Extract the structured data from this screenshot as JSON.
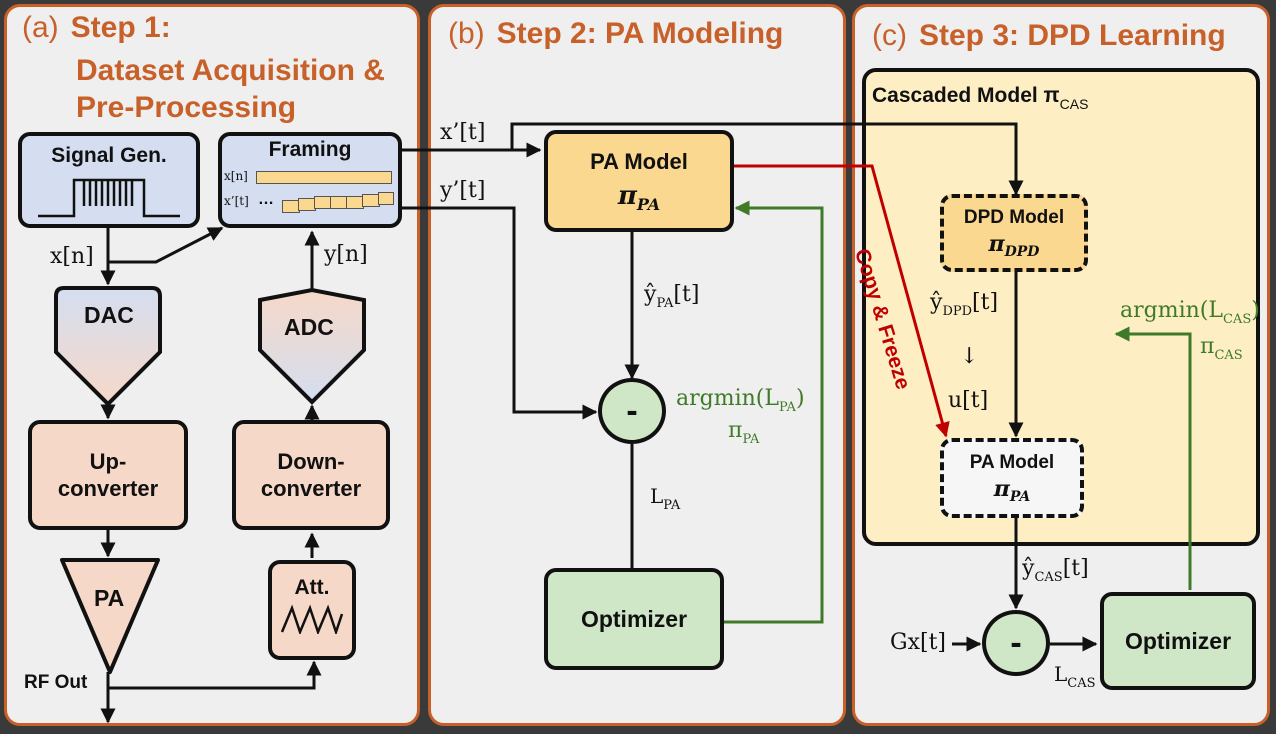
{
  "panels": {
    "a": {
      "tag": "(a)",
      "title_line1": "Step 1:",
      "title_line2": "Dataset Acquisition &",
      "title_line3": "Pre-Processing"
    },
    "b": {
      "tag": "(b)",
      "title": "Step 2: PA Modeling"
    },
    "c": {
      "tag": "(c)",
      "title": "Step 3: DPD Learning"
    }
  },
  "blocks": {
    "signal_gen": "Signal Gen.",
    "framing": "Framing",
    "framing_row1": "x[n]",
    "framing_row2": "x’[t]",
    "framing_dots": "…",
    "dac": "DAC",
    "adc": "ADC",
    "upconverter_1": "Up-",
    "upconverter_2": "converter",
    "downconverter_1": "Down-",
    "downconverter_2": "converter",
    "pa": "PA",
    "att": "Att.",
    "pa_model_b": "PA Model",
    "pa_model_b_sym": "π",
    "pa_model_b_sub": "PA",
    "minus": "-",
    "optimizer_b": "Optimizer",
    "cascaded_label": "Cascaded Model π",
    "cascaded_sub": "CAS",
    "dpd_model": "DPD Model",
    "dpd_sym": "π",
    "dpd_sub": "DPD",
    "pa_model_c": "PA Model",
    "pa_model_c_sym": "π",
    "pa_model_c_sub": "PA",
    "optimizer_c": "Optimizer"
  },
  "signals": {
    "xn": "x[n]",
    "yn": "y[n]",
    "rf_out": "RF Out",
    "xpt": "x’[t]",
    "ypt": "y’[t]",
    "yhat_pa": "ŷ",
    "yhat_pa_bracket": "[t]",
    "yhat_pa_sub": "PA",
    "l_pa": "L",
    "l_pa_sub": "PA",
    "argmin_pa": "argmin(L",
    "argmin_pa_sub": "PA",
    "argmin_close": ")",
    "pi_pa": "π",
    "pi_pa_sub": "PA",
    "copy_freeze": "Copy & Freeze",
    "yhat_dpd": "ŷ",
    "yhat_dpd_sub": "DPD",
    "yhat_dpd_bracket": "[t]",
    "down_arrow": "↓",
    "ut": "u[t]",
    "yhat_cas": "ŷ",
    "yhat_cas_sub": "CAS",
    "yhat_cas_bracket": "[t]",
    "gx": "Gx[t]",
    "l_cas": "L",
    "l_cas_sub": "CAS",
    "argmin_cas": "argmin(L",
    "argmin_cas_sub": "CAS",
    "argmin_cas_close": ")",
    "pi_cas": "π",
    "pi_cas_sub": "CAS"
  },
  "colors": {
    "title": "#c8602a",
    "feedback": "#3f7a28",
    "copy_freeze": "#c00000"
  }
}
